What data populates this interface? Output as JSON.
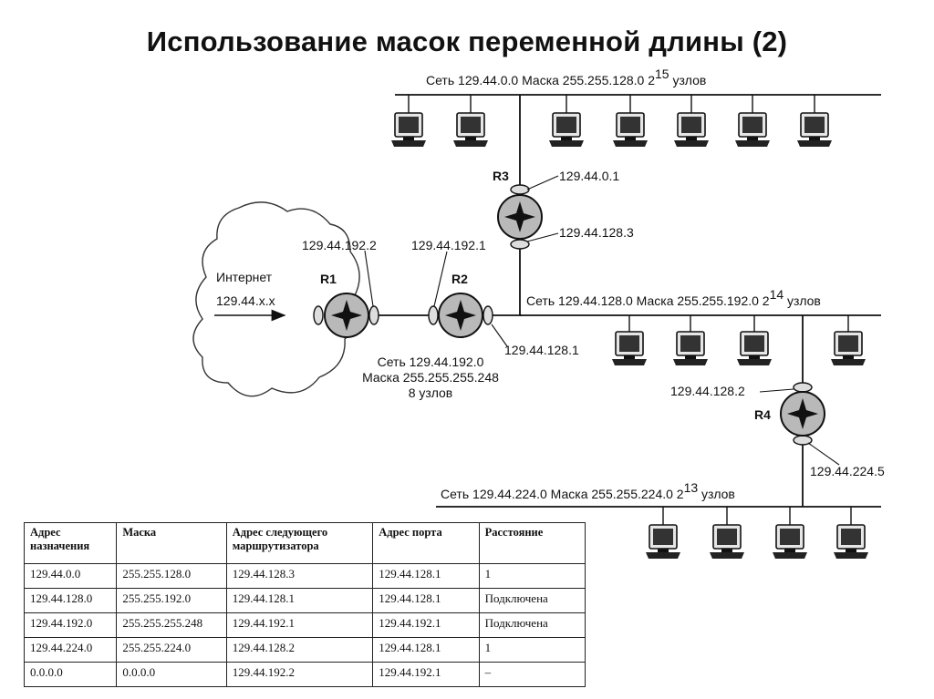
{
  "title": "Использование масок переменной длины (2)",
  "networks": {
    "top": {
      "prefix": "Сеть 129.44.0.0  Маска 255.255.128.0  2",
      "sup": "15",
      "suffix": " узлов"
    },
    "mid": {
      "prefix": "Сеть 129.44.128.0  Маска 255.255.192.0  2",
      "sup": "14",
      "suffix": " узлов"
    },
    "bottom": {
      "prefix": "Сеть 129.44.224.0  Маска 255.255.224.0  2",
      "sup": "13",
      "suffix": " узлов"
    },
    "r1r2": {
      "line1": "Сеть 129.44.192.0",
      "line2": "Маска 255.255.255.248",
      "line3": "8 узлов"
    }
  },
  "routers": {
    "r1": "R1",
    "r2": "R2",
    "r3": "R3",
    "r4": "R4"
  },
  "interfaces": {
    "r3_top": "129.44.0.1",
    "r3_bottom": "129.44.128.3",
    "r1": "129.44.192.2",
    "r2_left": "129.44.192.1",
    "r2_right": "129.44.128.1",
    "r4_top": "129.44.128.2",
    "r4_bottom": "129.44.224.5"
  },
  "internet": {
    "label": "Интернет",
    "address": "129.44.x.x"
  },
  "table": {
    "headers": [
      "Адрес назначения",
      "Маска",
      "Адрес следующего маршрутизатора",
      "Адрес порта",
      "Расстояние"
    ],
    "rows": [
      [
        "129.44.0.0",
        "255.255.128.0",
        "129.44.128.3",
        "129.44.128.1",
        "1"
      ],
      [
        "129.44.128.0",
        "255.255.192.0",
        "129.44.128.1",
        "129.44.128.1",
        "Подключена"
      ],
      [
        "129.44.192.0",
        "255.255.255.248",
        "129.44.192.1",
        "129.44.192.1",
        "Подключена"
      ],
      [
        "129.44.224.0",
        "255.255.224.0",
        "129.44.128.2",
        "129.44.128.1",
        "1"
      ],
      [
        "0.0.0.0",
        "0.0.0.0",
        "129.44.192.2",
        "129.44.192.1",
        "–"
      ]
    ]
  }
}
